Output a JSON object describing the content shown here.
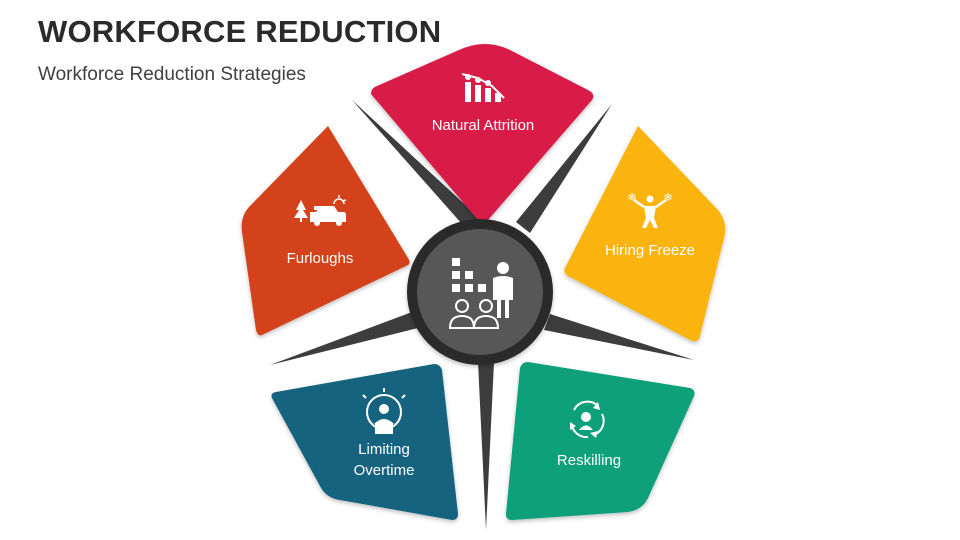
{
  "header": {
    "title": "WORKFORCE REDUCTION",
    "subtitle": "Workforce Reduction Strategies"
  },
  "center": {
    "icon": "workforce-reduction-icon"
  },
  "segments": [
    {
      "id": "natural-attrition",
      "label_lines": [
        "Natural Attrition"
      ],
      "color": "#d81b46",
      "icon": "declining-people-chart-icon"
    },
    {
      "id": "hiring-freeze",
      "label_lines": [
        "Hiring Freeze"
      ],
      "color": "#fbb410",
      "icon": "frozen-person-icon"
    },
    {
      "id": "reskilling",
      "label_lines": [
        "Reskilling"
      ],
      "color": "#07a07a",
      "icon": "reskilling-cycle-icon"
    },
    {
      "id": "limiting-overtime",
      "label_lines": [
        "Limiting",
        "Overtime"
      ],
      "color": "#13637f",
      "icon": "clock-worker-icon"
    },
    {
      "id": "furloughs",
      "label_lines": [
        "Furloughs"
      ],
      "color": "#d4431c",
      "icon": "car-vacation-icon"
    }
  ]
}
